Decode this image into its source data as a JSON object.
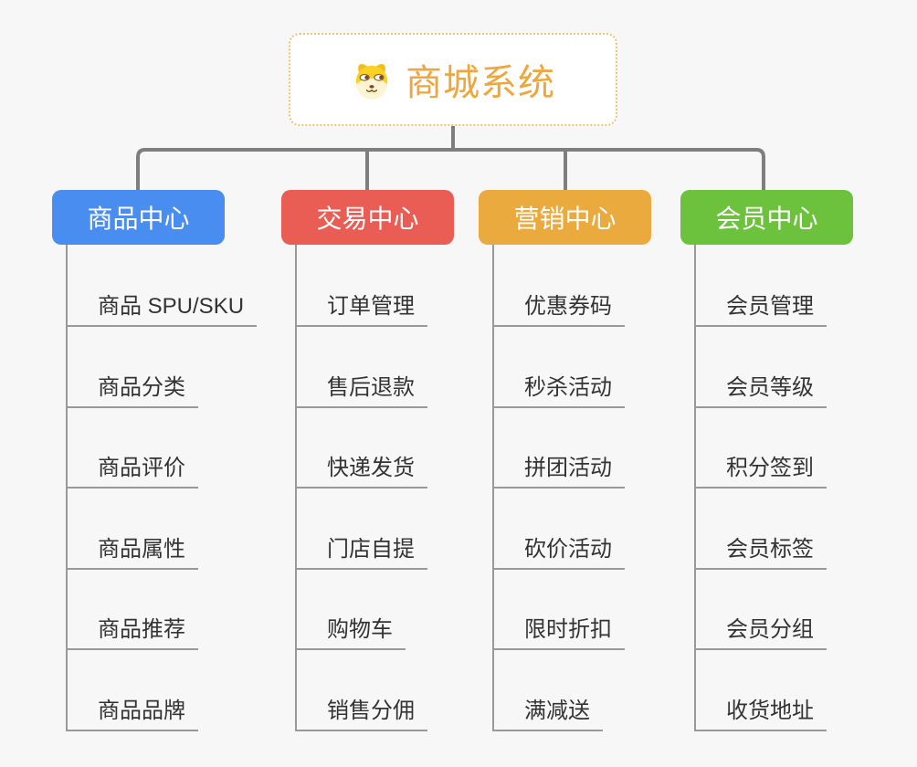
{
  "root": {
    "title": "商城系统",
    "icon": "dog-face-icon",
    "title_color": "#f0a63e",
    "border_color": "#f2c271"
  },
  "connector_color": "#7e7e7e",
  "line_color": "#999999",
  "branches": [
    {
      "label": "商品中心",
      "color": "#4a8df0",
      "children": [
        "商品 SPU/SKU",
        "商品分类",
        "商品评价",
        "商品属性",
        "商品推荐",
        "商品品牌"
      ]
    },
    {
      "label": "交易中心",
      "color": "#e95d55",
      "children": [
        "订单管理",
        "售后退款",
        "快递发货",
        "门店自提",
        "购物车",
        "销售分佣"
      ]
    },
    {
      "label": "营销中心",
      "color": "#eaaa3e",
      "children": [
        "优惠券码",
        "秒杀活动",
        "拼团活动",
        "砍价活动",
        "限时折扣",
        "满减送"
      ]
    },
    {
      "label": "会员中心",
      "color": "#6cc13d",
      "children": [
        "会员管理",
        "会员等级",
        "积分签到",
        "会员标签",
        "会员分组",
        "收货地址"
      ]
    }
  ]
}
